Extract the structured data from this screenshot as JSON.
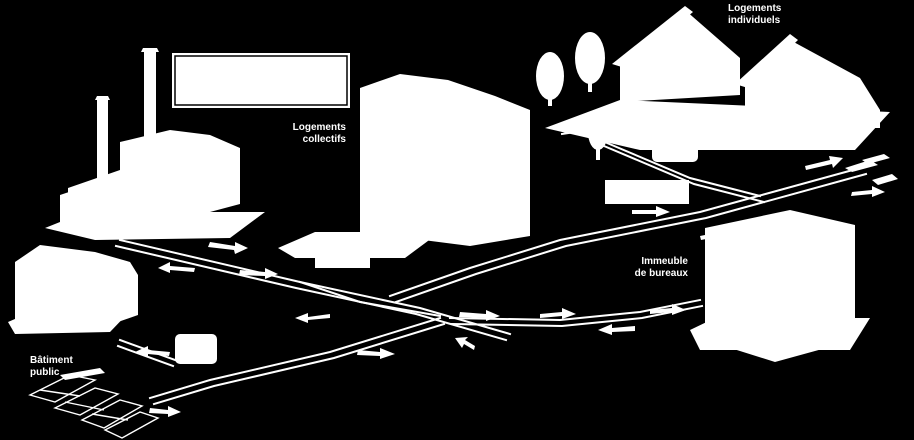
{
  "labels": {
    "logements_individuels": [
      "Logements",
      "individuels"
    ],
    "logements_collectifs": [
      "Logements",
      "collectifs"
    ],
    "immeuble_bureaux": [
      "Immeuble",
      "de bureaux"
    ],
    "batiment_public": [
      "Bâtiment",
      "public"
    ]
  },
  "colors": {
    "background": "#000000",
    "foreground": "#ffffff"
  },
  "icons": [
    "factory-icon",
    "tree-icon",
    "house-icon",
    "apartment-building-icon",
    "office-building-icon",
    "public-building-icon",
    "solar-panel-icon",
    "heat-substation-icon",
    "flow-arrow-icon"
  ]
}
